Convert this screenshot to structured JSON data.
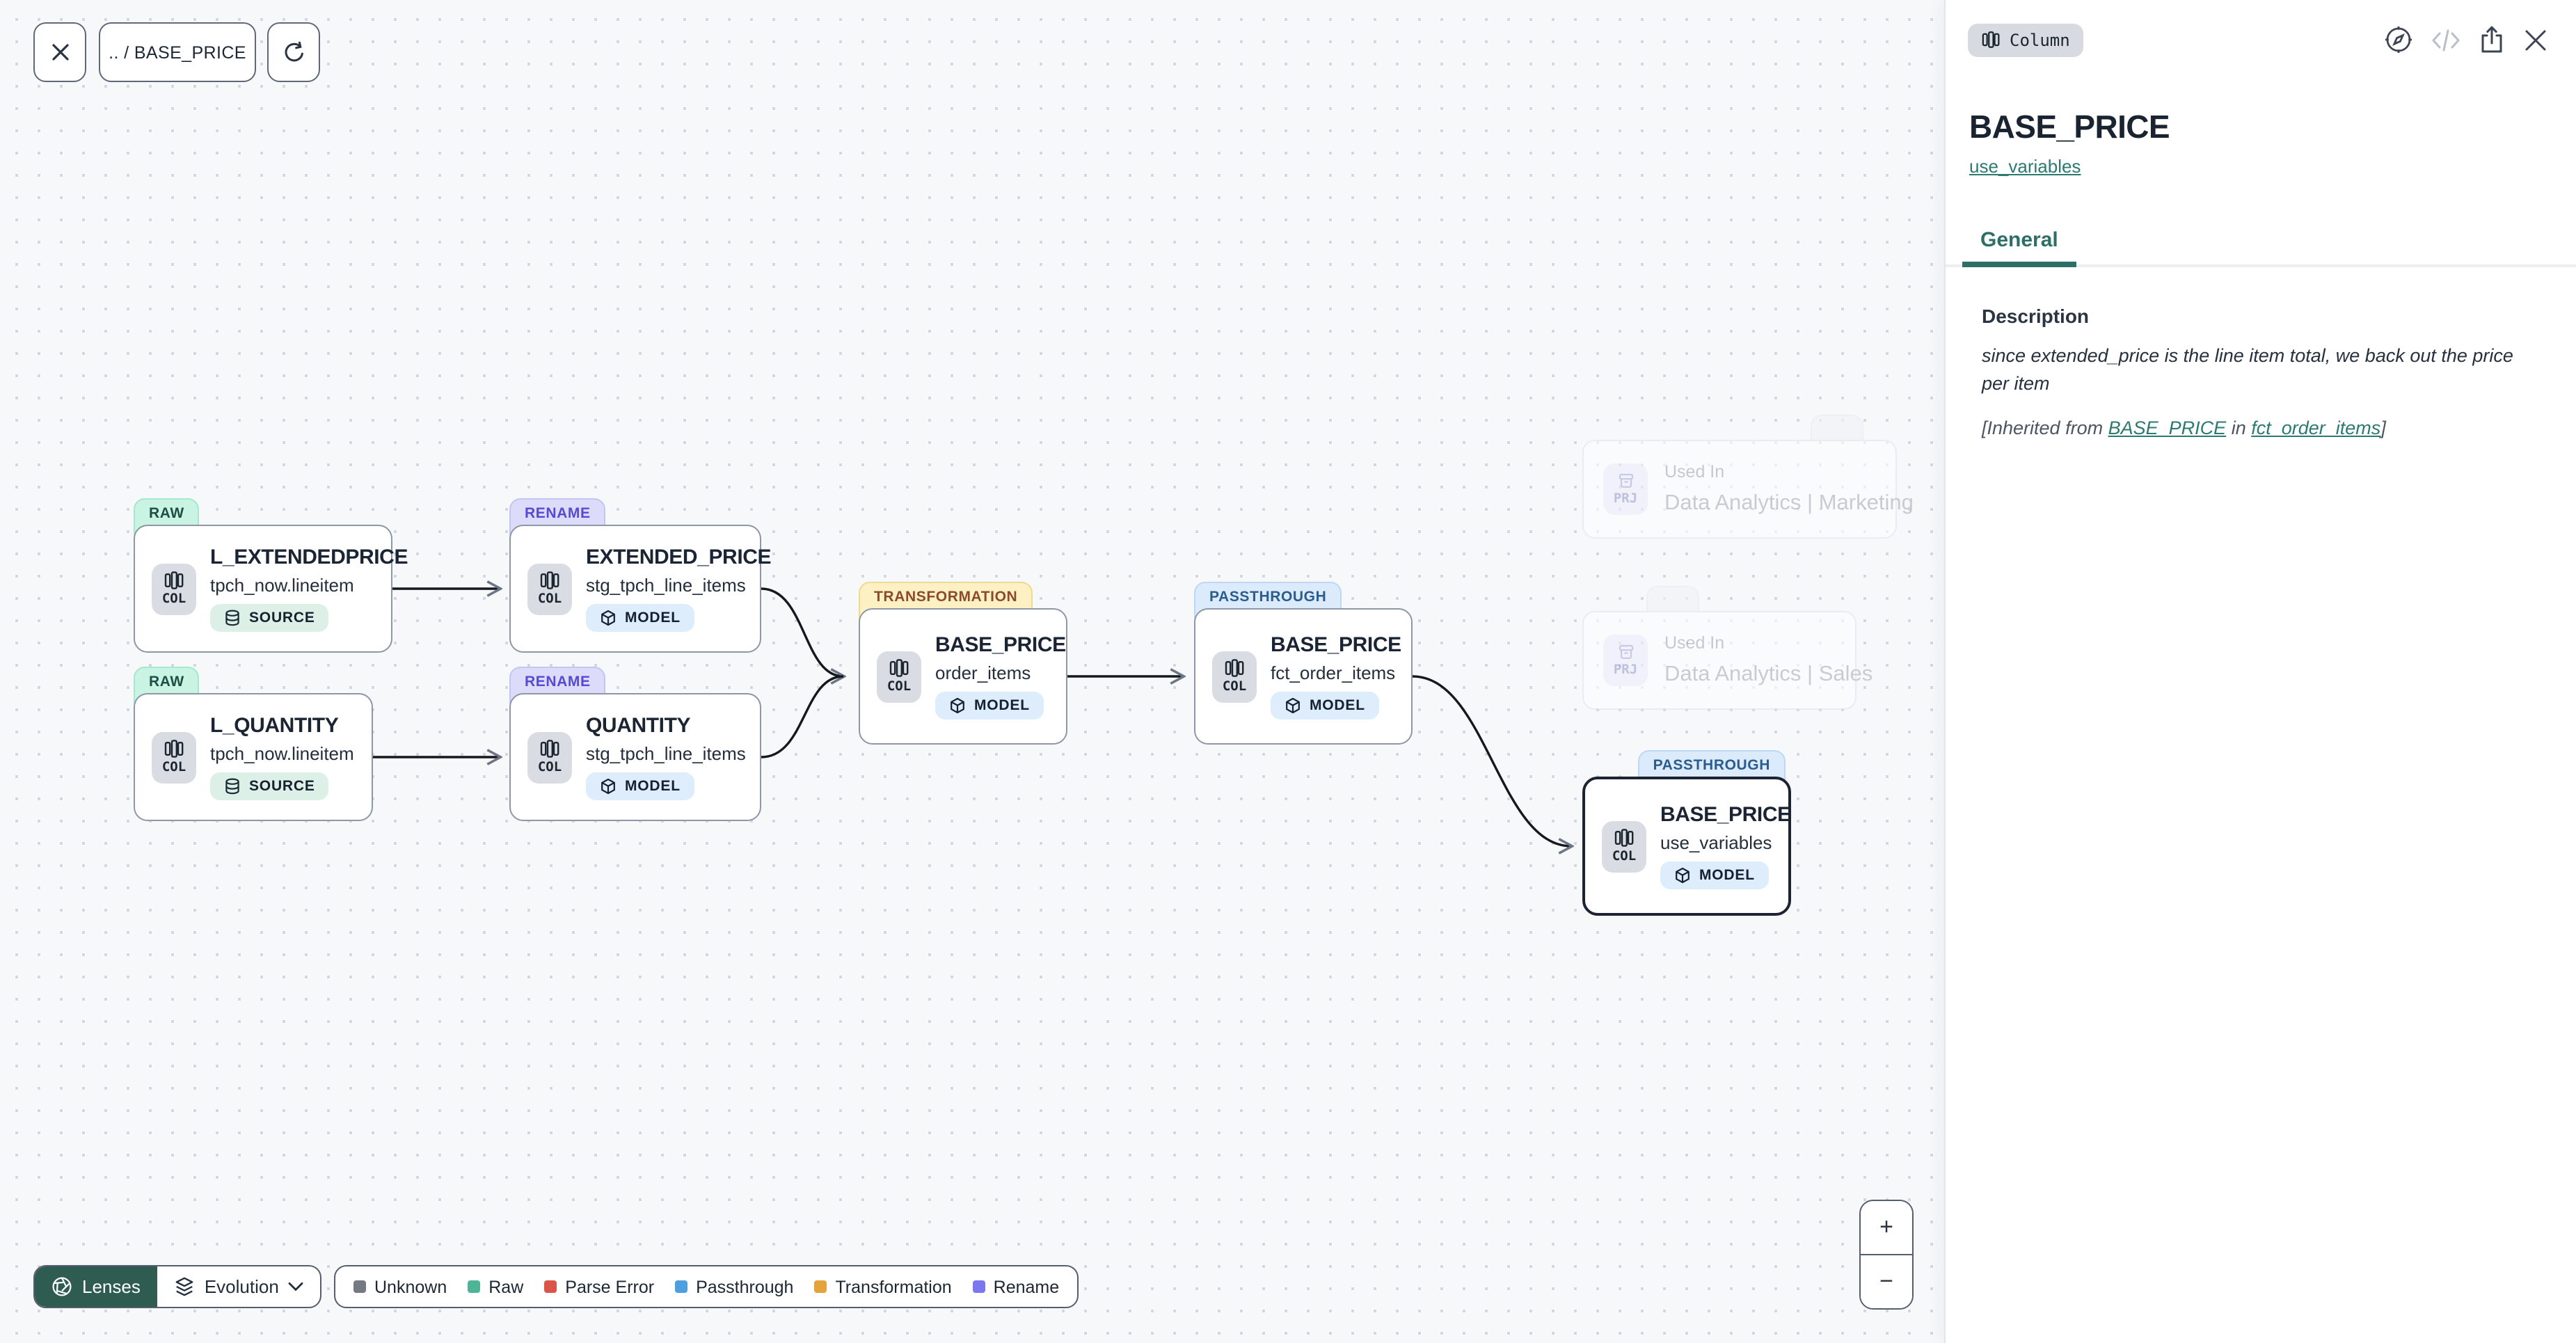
{
  "toolbar": {
    "breadcrumb": ".. / BASE_PRICE"
  },
  "canvas": {
    "nodes": [
      {
        "title": "L_EXTENDEDPRICE",
        "subtitle": "tpch_now.lineitem",
        "kind": "COL",
        "badge": "SOURCE",
        "tag": "RAW"
      },
      {
        "title": "EXTENDED_PRICE",
        "subtitle": "stg_tpch_line_items",
        "kind": "COL",
        "badge": "MODEL",
        "tag": "RENAME"
      },
      {
        "title": "L_QUANTITY",
        "subtitle": "tpch_now.lineitem",
        "kind": "COL",
        "badge": "SOURCE",
        "tag": "RAW"
      },
      {
        "title": "QUANTITY",
        "subtitle": "stg_tpch_line_items",
        "kind": "COL",
        "badge": "MODEL",
        "tag": "RENAME"
      },
      {
        "title": "BASE_PRICE",
        "subtitle": "order_items",
        "kind": "COL",
        "badge": "MODEL",
        "tag": "TRANSFORMATION"
      },
      {
        "title": "BASE_PRICE",
        "subtitle": "fct_order_items",
        "kind": "COL",
        "badge": "MODEL",
        "tag": "PASSTHROUGH"
      },
      {
        "title": "BASE_PRICE",
        "subtitle": "use_variables",
        "kind": "COL",
        "badge": "MODEL",
        "tag": "PASSTHROUGH"
      }
    ],
    "ghost_nodes": [
      {
        "kind": "PRJ",
        "label": "Used In",
        "name": "Data Analytics | Marketing"
      },
      {
        "kind": "PRJ",
        "label": "Used In",
        "name": "Data Analytics | Sales"
      }
    ]
  },
  "lenses": {
    "button_label": "Lenses",
    "selected_lens": "Evolution"
  },
  "legend": {
    "items": [
      {
        "label": "Unknown",
        "color": "#757a82"
      },
      {
        "label": "Raw",
        "color": "#4fb396"
      },
      {
        "label": "Parse Error",
        "color": "#da5448"
      },
      {
        "label": "Passthrough",
        "color": "#4d9fe0"
      },
      {
        "label": "Transformation",
        "color": "#e5a33b"
      },
      {
        "label": "Rename",
        "color": "#7b78ee"
      }
    ]
  },
  "zoom_controls": {
    "zoom_in": "+",
    "zoom_out": "−"
  },
  "panel": {
    "type_badge": "Column",
    "title": "BASE_PRICE",
    "subtitle_link": "use_variables",
    "tabs": [
      {
        "label": "General",
        "active": true
      }
    ],
    "description": {
      "label": "Description",
      "body": "since extended_price is the line item total, we back out the price per item",
      "inherited_prefix": "[Inherited from ",
      "inherited_link1": "BASE_PRICE",
      "inherited_mid": " in ",
      "inherited_link2": "fct_order_items",
      "inherited_suffix": "]"
    }
  },
  "colors": {
    "accent_teal": "#2d6e67",
    "selection": "#1c2433",
    "lenses_bg": "#2e5c50"
  }
}
